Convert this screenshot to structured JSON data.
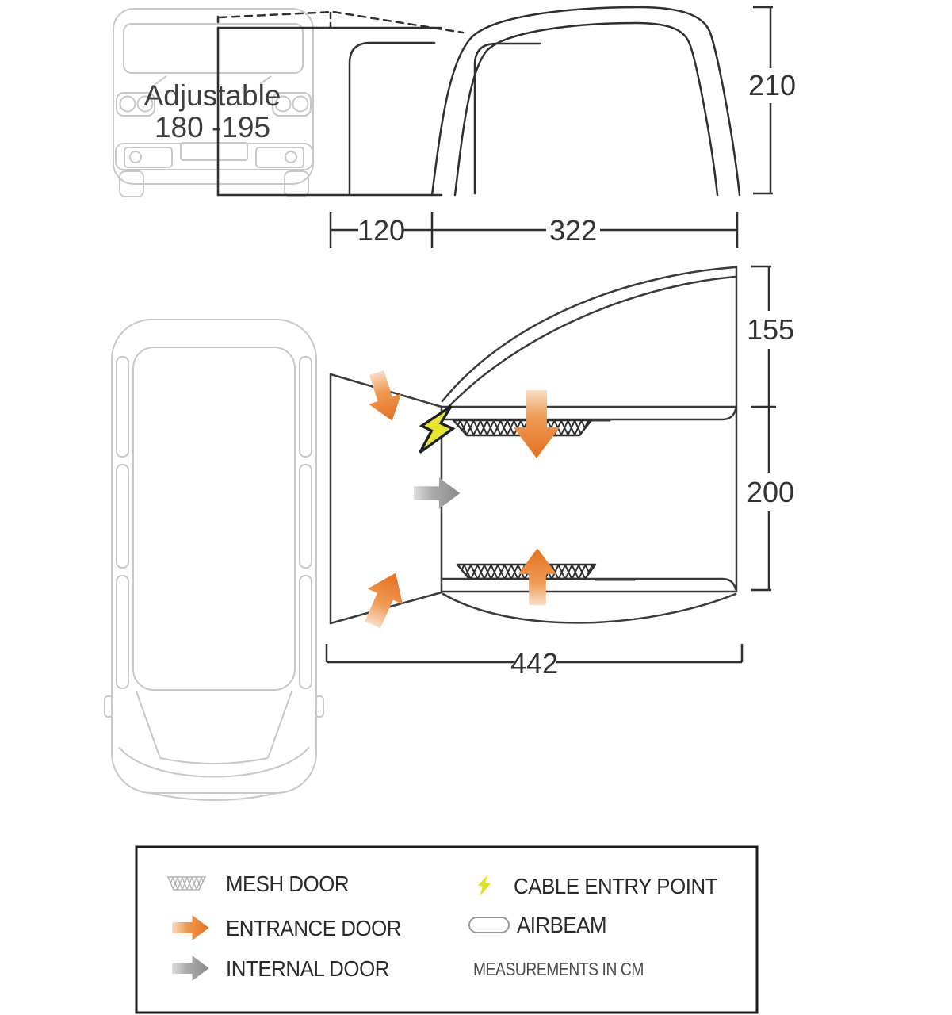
{
  "side_view": {
    "van_note_line1": "Adjustable",
    "van_note_line2": "180 -195",
    "height": "210",
    "tunnel_depth": "120",
    "awning_width": "322"
  },
  "floor_plan": {
    "canopy_depth": "155",
    "room_depth": "200",
    "total_width": "442"
  },
  "legend": {
    "items": [
      {
        "id": "mesh-door",
        "label": "MESH DOOR"
      },
      {
        "id": "entrance-door",
        "label": "ENTRANCE DOOR"
      },
      {
        "id": "internal-door",
        "label": "INTERNAL DOOR"
      },
      {
        "id": "cable-entry-point",
        "label": "CABLE ENTRY POINT"
      },
      {
        "id": "airbeam",
        "label": "AIRBEAM"
      }
    ],
    "note": "MEASUREMENTS IN CM"
  },
  "colors": {
    "entrance_arrow": "#e8772b",
    "internal_arrow": "#8f8f8f",
    "cable_entry": "#e3e42c",
    "diagram_line": "#2f2f2f",
    "van_outline": "#c8c8c8"
  }
}
